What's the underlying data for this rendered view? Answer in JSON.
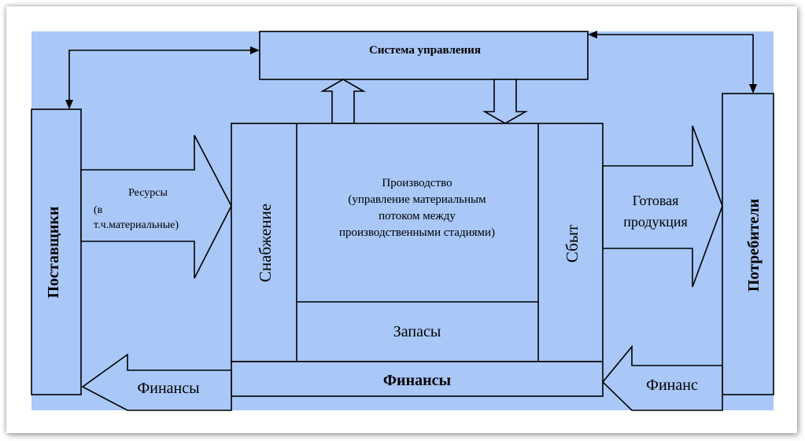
{
  "diagram": {
    "system_title": "Система управления",
    "suppliers": "Поставщики",
    "consumers": "Потребители",
    "resources_line1": "Ресурсы",
    "resources_line2": "(в",
    "resources_line3": "т.ч.материальные)",
    "supply": "Снабжение",
    "production_line1": "Производство",
    "production_line2": "(управление материальным",
    "production_line3": "потоком между",
    "production_line4": "производственными стадиями)",
    "sales": "Сбыт",
    "stocks": "Запасы",
    "finance_main": "Финансы",
    "finance_left": "Финансы",
    "finance_right": "Финанс",
    "product_line1": "Готовая",
    "product_line2": "продукция"
  },
  "colors": {
    "background": "#a9c7f7",
    "box_fill": "#a9c7f7",
    "line": "#000000"
  }
}
